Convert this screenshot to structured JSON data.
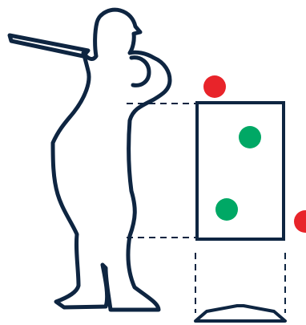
{
  "diagram": {
    "kind": "strike-zone-illustration",
    "figure": "batter-silhouette-icon",
    "zone": "strike-zone-box",
    "base": "home-plate-icon",
    "colors": {
      "background": "#ffffff",
      "outline": "#0e2541",
      "strike": "#00a865",
      "ball": "#e8242a"
    },
    "pitches": [
      {
        "result": "ball"
      },
      {
        "result": "strike"
      },
      {
        "result": "strike"
      },
      {
        "result": "ball"
      }
    ]
  }
}
